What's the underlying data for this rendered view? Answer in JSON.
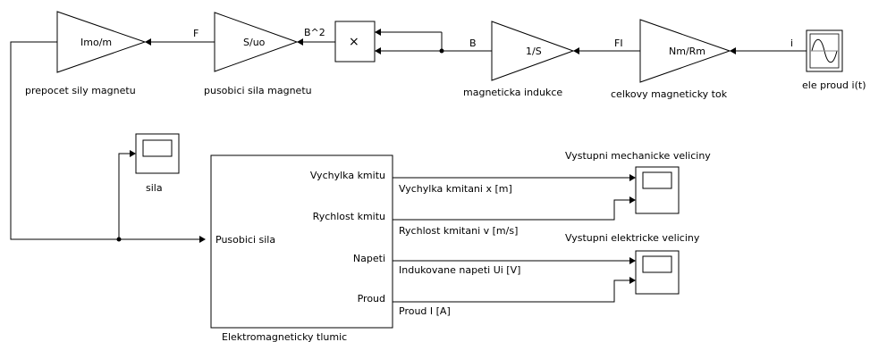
{
  "blocks": {
    "gain_imo": {
      "text": "Imo/m",
      "caption": "prepocet sily magnetu"
    },
    "gain_suo": {
      "text": "S/uo",
      "caption": "pusobici sila magnetu"
    },
    "product": {
      "text": "×"
    },
    "gain_1s": {
      "text": "1/S",
      "caption": "magneticka indukce"
    },
    "gain_nm": {
      "text": "Nm/Rm",
      "caption": "celkovy magneticky tok"
    },
    "source": {
      "caption": "ele proud i(t)"
    },
    "scope_sila": {
      "caption": "sila"
    },
    "scope_mech": {
      "caption": "Vystupni mechanicke veliciny"
    },
    "scope_elec": {
      "caption": "Vystupni elektricke veliciny"
    },
    "subsystem": {
      "caption": "Elektromagneticky tlumic",
      "in_port": "Pusobici sila",
      "out_ports": [
        "Vychylka kmitu",
        "Rychlost kmitu",
        "Napeti",
        "Proud"
      ]
    }
  },
  "signals": {
    "i": "i",
    "fi": "FI",
    "b": "B",
    "b2": "B^2",
    "f": "F",
    "x": "Vychylka kmitani x [m]",
    "v": "Rychlost kmitani v [m/s]",
    "ui": "Indukovane napeti Ui [V]",
    "current": "Proud I [A]"
  }
}
